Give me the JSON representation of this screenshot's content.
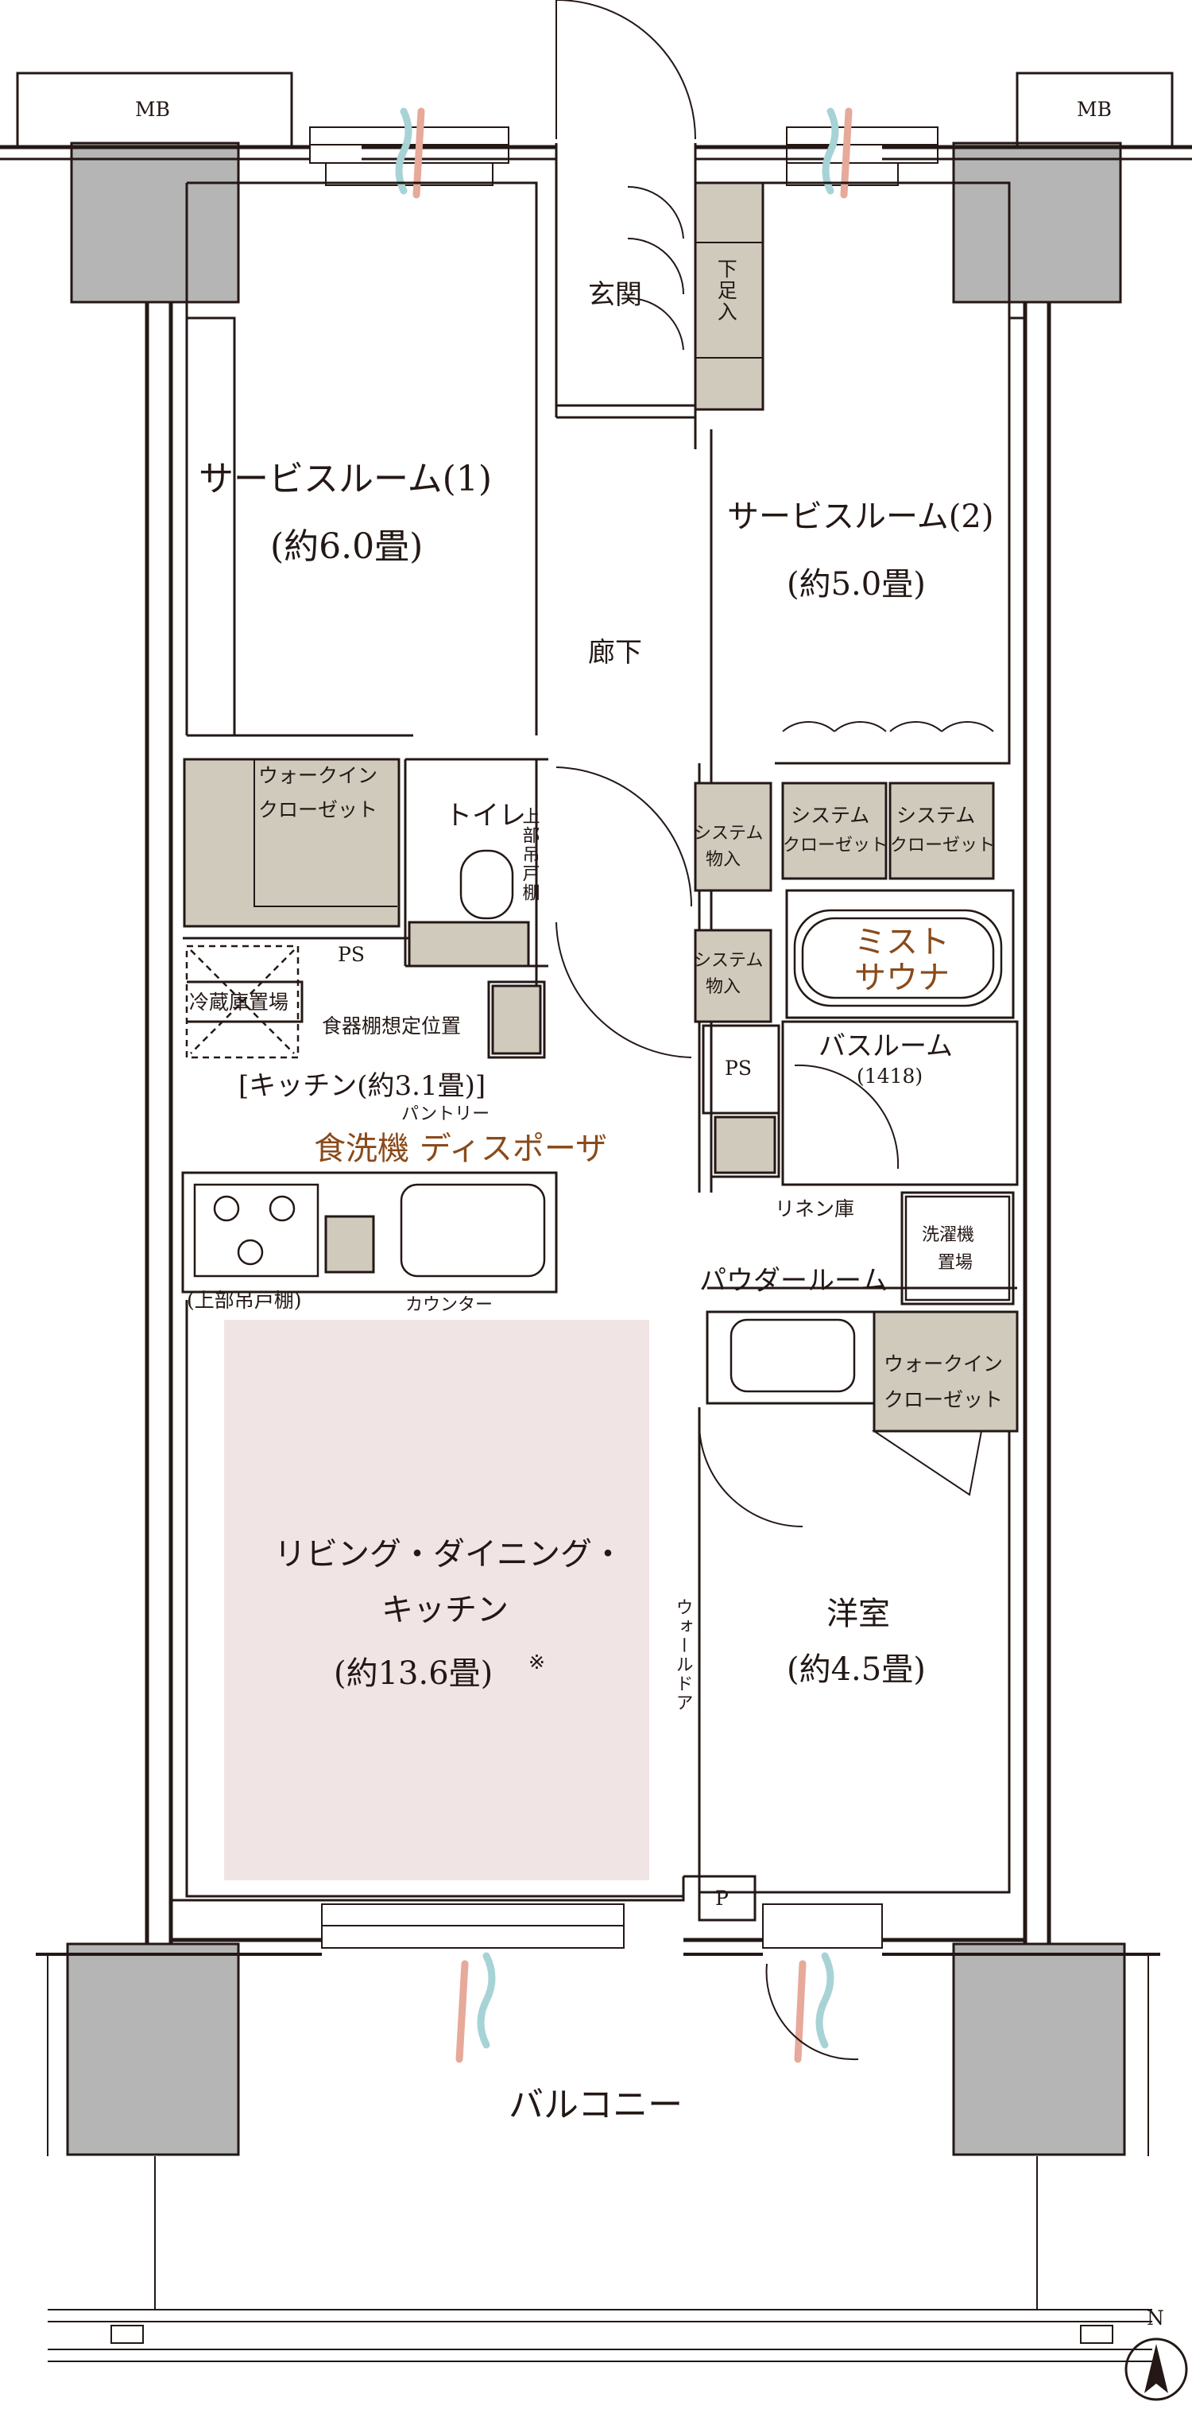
{
  "labels": {
    "mb_left": "MB",
    "mb_right": "MB",
    "entrance": "玄関",
    "shoe_cabinet": "下足入",
    "service_room_1": "サービスルーム(1)",
    "service_room_1_size": "(約6.0畳)",
    "service_room_2": "サービスルーム(2)",
    "service_room_2_size": "(約5.0畳)",
    "hallway": "廊下",
    "walk_in_closet_1": "ウォークイン",
    "walk_in_closet_1b": "クローゼット",
    "toilet": "トイレ",
    "upper_cabinet_toilet": "上部吊戸棚",
    "system_storage_1": "システム",
    "system_storage_1b": "物入",
    "system_storage_2": "システム",
    "system_storage_2b": "物入",
    "system_closet_1": "システム",
    "system_closet_1b": "クローゼット",
    "system_closet_2": "システム",
    "system_closet_2b": "クローゼット",
    "ps_1": "PS",
    "ps_2": "PS",
    "fridge_space": "冷蔵庫置場",
    "dish_shelf": "食器棚想定位置",
    "kitchen": "[キッチン(約3.1畳)]",
    "pantry": "パントリー",
    "dishwasher_disposer": "食洗機 ディスポーザ",
    "mist_sauna_1": "ミスト",
    "mist_sauna_2": "サウナ",
    "bathroom": "バスルーム",
    "bathroom_size": "(1418)",
    "linen": "リネン庫",
    "washer_space_1": "洗濯機",
    "washer_space_2": "置場",
    "powder_room": "パウダールーム",
    "upper_cabinet_kitchen": "(上部吊戸棚)",
    "counter": "カウンター",
    "walk_in_closet_2": "ウォークイン",
    "walk_in_closet_2b": "クローゼット",
    "ldk_1": "リビング・ダイニング・",
    "ldk_2": "キッチン",
    "ldk_size": "(約13.6畳)",
    "ldk_note": "※",
    "wall_door": "ウォールドア",
    "western_room": "洋室",
    "western_room_size": "(約4.5畳)",
    "p": "P",
    "balcony": "バルコニー",
    "north": "N"
  },
  "colors": {
    "wall": "#231815",
    "column": "#b5b5b5",
    "storage": "#d0cabd",
    "ldk_fill": "#f1e4e4",
    "accent": "#8a4a1a",
    "vent_warm": "#e6a99a",
    "vent_cool": "#a7d3d6"
  }
}
